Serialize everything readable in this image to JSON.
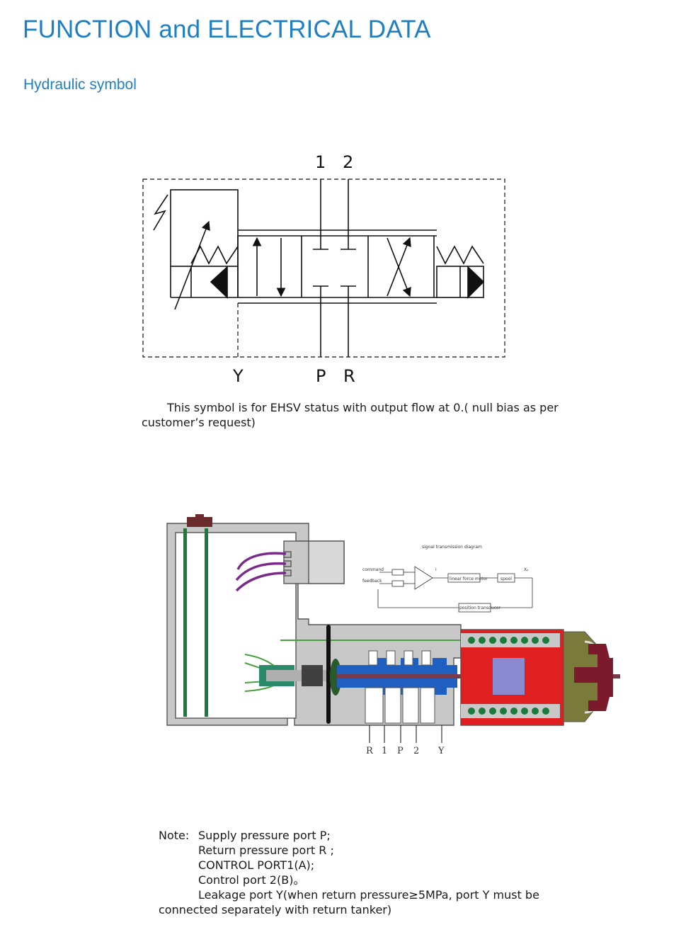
{
  "header": {
    "title": "FUNCTION and ELECTRICAL DATA",
    "subtitle": "Hydraulic symbol"
  },
  "symbol": {
    "top_ports": [
      "1",
      "2"
    ],
    "bottom_ports": [
      "Y",
      "P",
      "R"
    ],
    "caption_line1": "This symbol is for EHSV status with output flow at 0.( null bias as per",
    "caption_line2": "customer’s request)"
  },
  "section": {
    "diagram_title": "signal transmission diagram",
    "labels": {
      "command": "command",
      "feedback": "feedback",
      "current": "i",
      "linear_force_motor": "linear force motor",
      "spool": "spool",
      "output": "Xₐ",
      "position_transducer": "position transducer"
    },
    "ports": [
      "R",
      "1",
      "P",
      "2",
      "Y"
    ],
    "colors": {
      "body": "#c8c8c8",
      "coil_red": "#e02020",
      "spool_blue": "#1f5fbf",
      "bushing": "#8a8ad0",
      "cap": "#7a1a2a",
      "end_plug": "#7a7a3a",
      "wire_purple": "#7a2a8a",
      "green": "#1a7a3a"
    }
  },
  "note": {
    "label": "Note:",
    "lines": [
      "Supply pressure port P;",
      "Return pressure port R ;",
      "CONTROL PORT1(A);",
      "Control port 2(B)。",
      "Leakage port Y(when return pressure≥5MPa, port Y must be"
    ],
    "continuation": "connected separately with return tanker)"
  }
}
